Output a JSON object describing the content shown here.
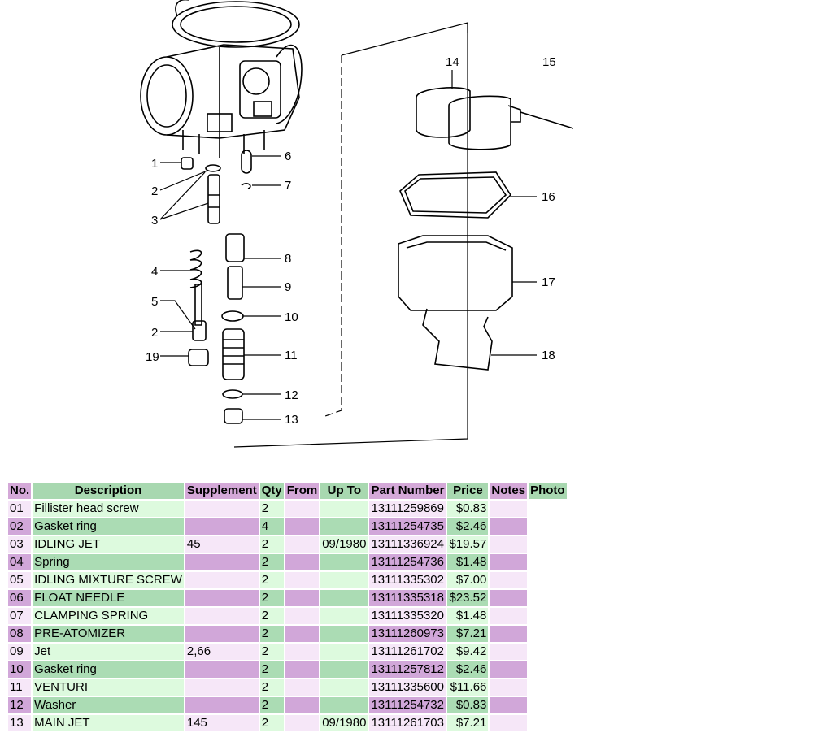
{
  "diagram": {
    "callouts": [
      "1",
      "2",
      "3",
      "4",
      "5",
      "2",
      "19",
      "6",
      "7",
      "8",
      "9",
      "10",
      "11",
      "12",
      "13",
      "14",
      "15",
      "16",
      "17",
      "18"
    ]
  },
  "table": {
    "headers": [
      "No.",
      "Description",
      "Supplement",
      "Qty",
      "From",
      "Up To",
      "Part Number",
      "Price",
      "Notes",
      "Photo"
    ],
    "rows": [
      {
        "no": "01",
        "desc": "Fillister head screw",
        "supp": "",
        "qty": "2",
        "from": "",
        "upto": "",
        "part": "13111259869",
        "price": "$0.83",
        "notes": ""
      },
      {
        "no": "02",
        "desc": "Gasket ring",
        "supp": "",
        "qty": "4",
        "from": "",
        "upto": "",
        "part": "13111254735",
        "price": "$2.46",
        "notes": ""
      },
      {
        "no": "03",
        "desc": "IDLING JET",
        "supp": "45",
        "qty": "2",
        "from": "",
        "upto": "09/1980",
        "part": "13111336924",
        "price": "$19.57",
        "notes": ""
      },
      {
        "no": "04",
        "desc": "Spring",
        "supp": "",
        "qty": "2",
        "from": "",
        "upto": "",
        "part": "13111254736",
        "price": "$1.48",
        "notes": ""
      },
      {
        "no": "05",
        "desc": "IDLING MIXTURE SCREW",
        "supp": "",
        "qty": "2",
        "from": "",
        "upto": "",
        "part": "13111335302",
        "price": "$7.00",
        "notes": ""
      },
      {
        "no": "06",
        "desc": "FLOAT NEEDLE",
        "supp": "",
        "qty": "2",
        "from": "",
        "upto": "",
        "part": "13111335318",
        "price": "$23.52",
        "notes": ""
      },
      {
        "no": "07",
        "desc": "CLAMPING SPRING",
        "supp": "",
        "qty": "2",
        "from": "",
        "upto": "",
        "part": "13111335320",
        "price": "$1.48",
        "notes": ""
      },
      {
        "no": "08",
        "desc": "PRE-ATOMIZER",
        "supp": "",
        "qty": "2",
        "from": "",
        "upto": "",
        "part": "13111260973",
        "price": "$7.21",
        "notes": ""
      },
      {
        "no": "09",
        "desc": "Jet",
        "supp": "2,66",
        "qty": "2",
        "from": "",
        "upto": "",
        "part": "13111261702",
        "price": "$9.42",
        "notes": ""
      },
      {
        "no": "10",
        "desc": "Gasket ring",
        "supp": "",
        "qty": "2",
        "from": "",
        "upto": "",
        "part": "13111257812",
        "price": "$2.46",
        "notes": ""
      },
      {
        "no": "11",
        "desc": "VENTURI",
        "supp": "",
        "qty": "2",
        "from": "",
        "upto": "",
        "part": "13111335600",
        "price": "$11.66",
        "notes": ""
      },
      {
        "no": "12",
        "desc": "Washer",
        "supp": "",
        "qty": "2",
        "from": "",
        "upto": "",
        "part": "13111254732",
        "price": "$0.83",
        "notes": ""
      },
      {
        "no": "13",
        "desc": "MAIN JET",
        "supp": "145",
        "qty": "2",
        "from": "",
        "upto": "09/1980",
        "part": "13111261703",
        "price": "$7.21",
        "notes": ""
      }
    ]
  }
}
